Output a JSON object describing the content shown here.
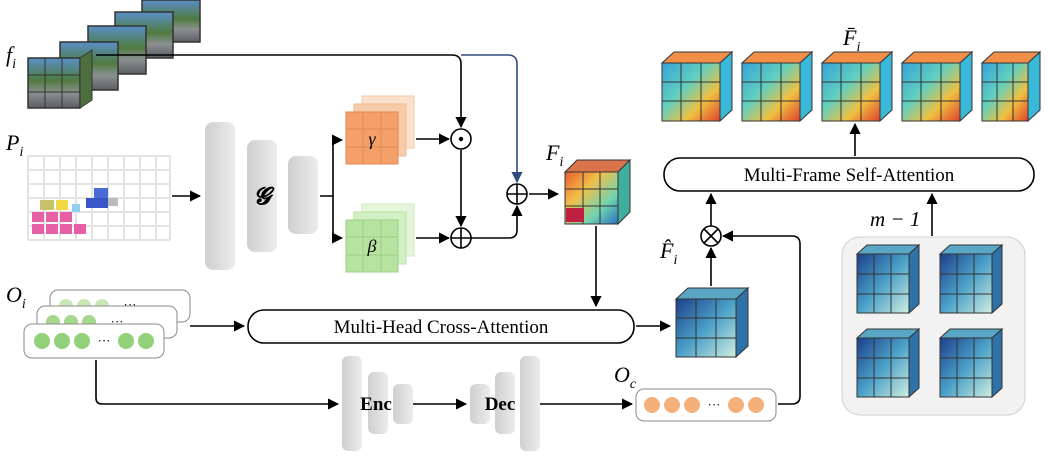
{
  "labels": {
    "f": "f",
    "f_sub": "i",
    "p": "P",
    "p_sub": "i",
    "o": "O",
    "o_sub": "i",
    "oc": "O",
    "oc_sub": "c",
    "g": "𝓖",
    "gamma": "γ",
    "beta": "β",
    "F": "F",
    "F_sub": "i",
    "Fhat": "F̂",
    "Fhat_sub": "i",
    "Fbar": "F̄",
    "Fbar_sub": "i",
    "m_minus_1": "m − 1",
    "ellipsis": "···"
  },
  "modules": {
    "cross_attention": "Multi-Head Cross-Attention",
    "self_attention": "Multi-Frame Self-Attention",
    "enc": "Enc",
    "dec": "Dec"
  },
  "operators": {
    "multiply": "⊙",
    "add": "+",
    "otimes": "×"
  },
  "colors": {
    "gamma": "#f3a06a",
    "beta": "#b6e3a0",
    "green_token": "#c8e6b4",
    "orange_token": "#f5b07a",
    "block_gray": "#dcdcdc"
  }
}
